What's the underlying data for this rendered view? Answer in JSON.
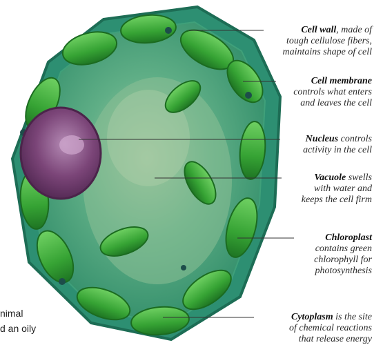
{
  "labels": [
    {
      "id": "cell-wall",
      "term": "Cell wall",
      "desc": [
        ", made of",
        "tough cellulose fibers,",
        "maintains shape of cell"
      ]
    },
    {
      "id": "cell-membrane",
      "term": "Cell membrane",
      "desc": [
        "",
        "controls what enters",
        "and leaves the cell"
      ]
    },
    {
      "id": "nucleus",
      "term": "Nucleus",
      "desc": [
        " controls",
        "activity in the cell"
      ]
    },
    {
      "id": "vacuole",
      "term": "Vacuole",
      "desc": [
        " swells",
        "with water and",
        "keeps the cell firm"
      ]
    },
    {
      "id": "chloroplast",
      "term": "Chloroplast",
      "desc": [
        "",
        "contains green",
        "chlorophyll for",
        "photosynthesis"
      ]
    },
    {
      "id": "cytoplasm",
      "term": "Cytoplasm",
      "desc": [
        " is the site",
        "of chemical reactions",
        "that release energy"
      ]
    }
  ],
  "body_text_fragments": [
    "nimal",
    "d an oily"
  ],
  "colors": {
    "wall": "#2e8b6e",
    "chloroplast": "#3cae3a",
    "chloroplast_dark": "#1f7a26",
    "cytoplasm": "#5cb08a",
    "nucleus": "#7a3f78",
    "nucleus_light": "#b88ab0",
    "leader": "#333333"
  }
}
